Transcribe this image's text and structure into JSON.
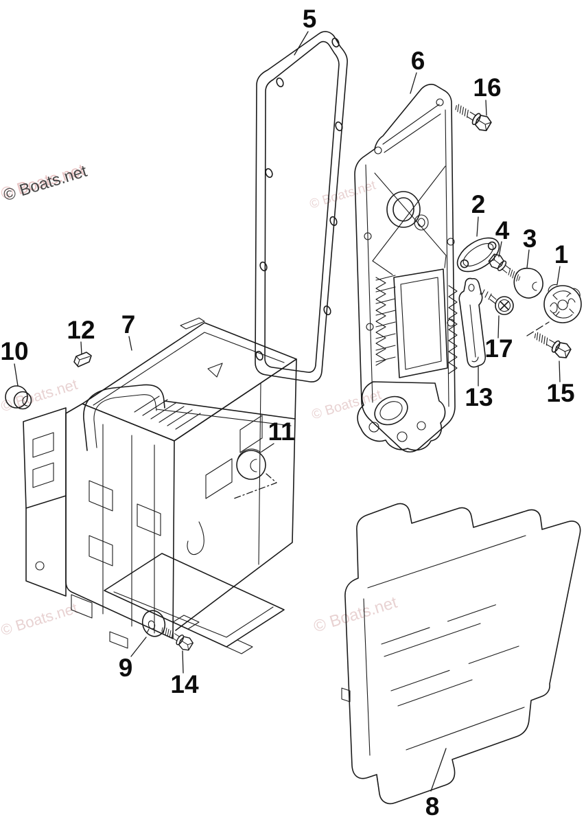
{
  "watermark": {
    "text": "© Boats.net"
  },
  "callouts": {
    "1": "1",
    "2": "2",
    "3": "3",
    "4": "4",
    "5": "5",
    "6": "6",
    "7": "7",
    "8": "8",
    "9": "9",
    "10": "10",
    "11": "11",
    "12": "12",
    "13": "13",
    "14": "14",
    "15": "15",
    "16": "16",
    "17": "17"
  },
  "colors": {
    "line_color": "#1a1a1a",
    "label_color": "#0d0d0d",
    "watermark_dark": "#454545",
    "watermark_light": "#c99494",
    "background": "#ffffff"
  }
}
